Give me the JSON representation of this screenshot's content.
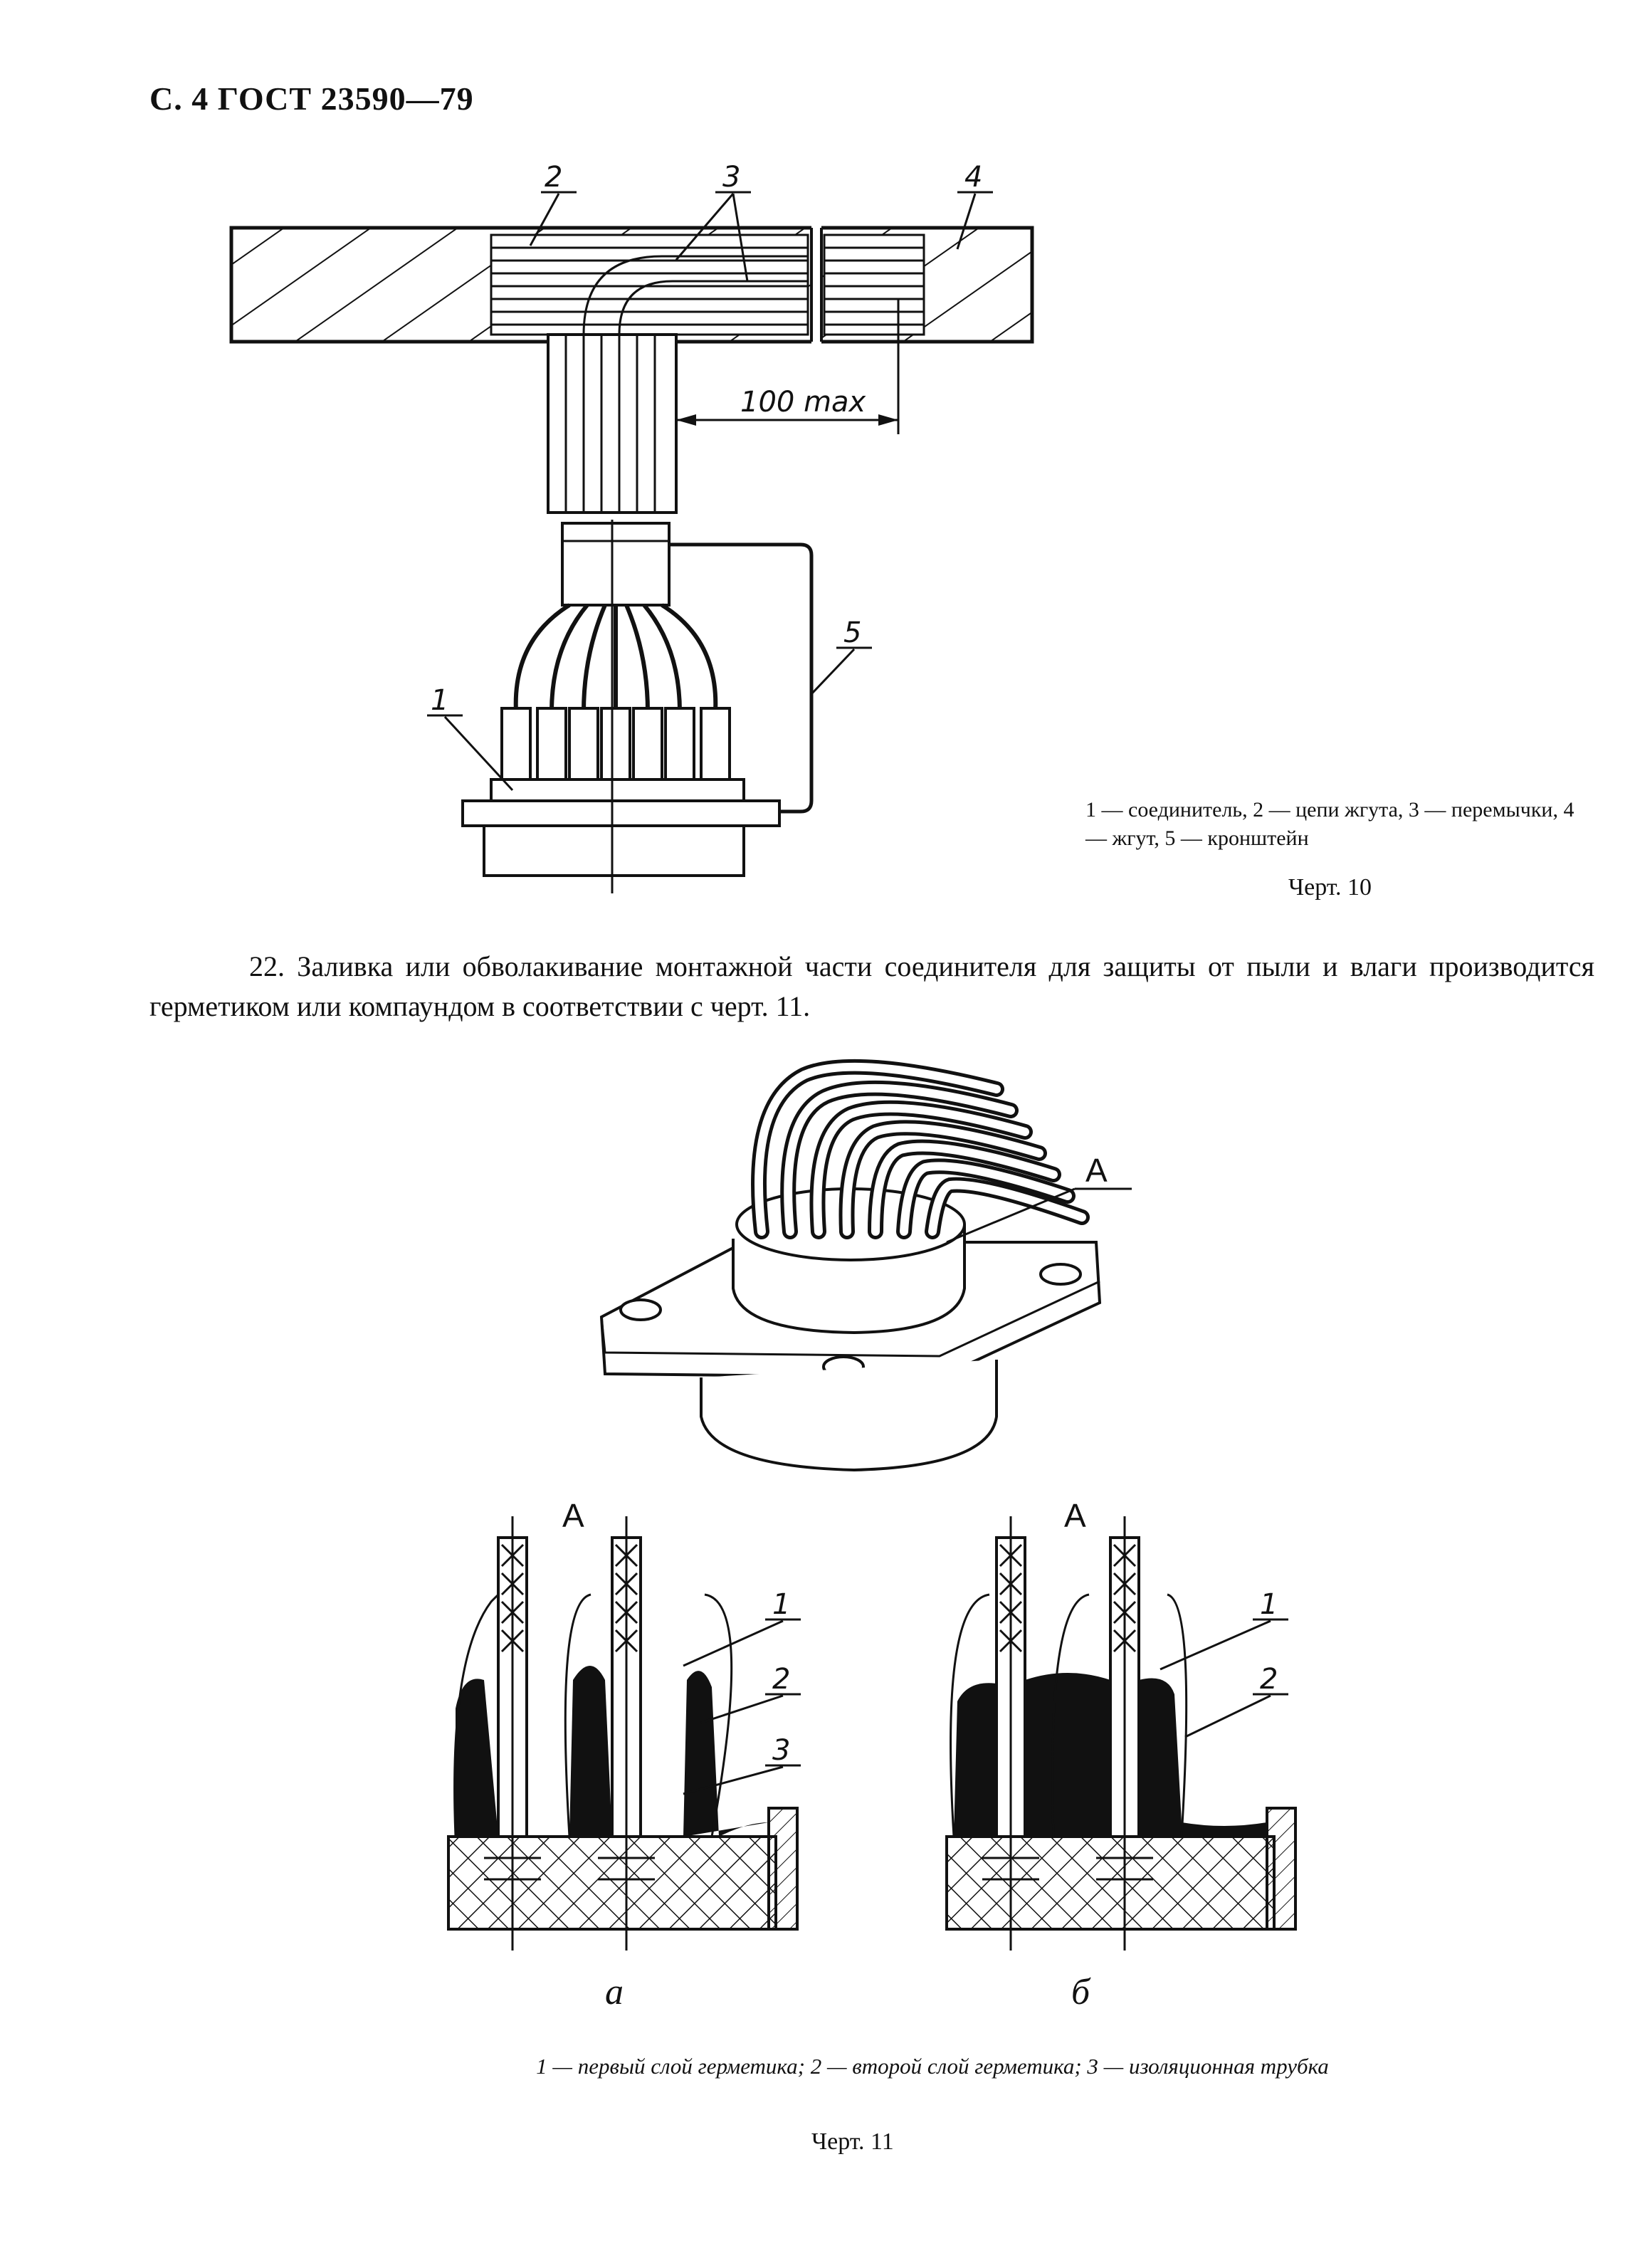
{
  "header": "С. 4 ГОСТ 23590—79",
  "figure10": {
    "callouts": [
      "2",
      "3",
      "4",
      "5",
      "1"
    ],
    "dimension": "100 max",
    "legend": "1 — соединитель, 2 — цепи жгута, 3 — перемычки, 4 — жгут, 5 — кронштейн",
    "caption": "Черт. 10"
  },
  "paragraph": "22. Заливка или обволакивание монтажной части соединителя для защиты от пыли и влаги производится герметиком или компаундом в соответствии с черт. 11.",
  "figure11": {
    "view_label": "A",
    "detail_a_label": "А",
    "detail_b_label": "А",
    "detail_a_callouts": [
      "1",
      "2",
      "3"
    ],
    "detail_b_callouts": [
      "1",
      "2"
    ],
    "sub_a": "а",
    "sub_b": "б",
    "legend": "1 — первый слой герметика; 2 — второй слой герметика; 3 — изоляционная трубка",
    "caption": "Черт. 11"
  }
}
